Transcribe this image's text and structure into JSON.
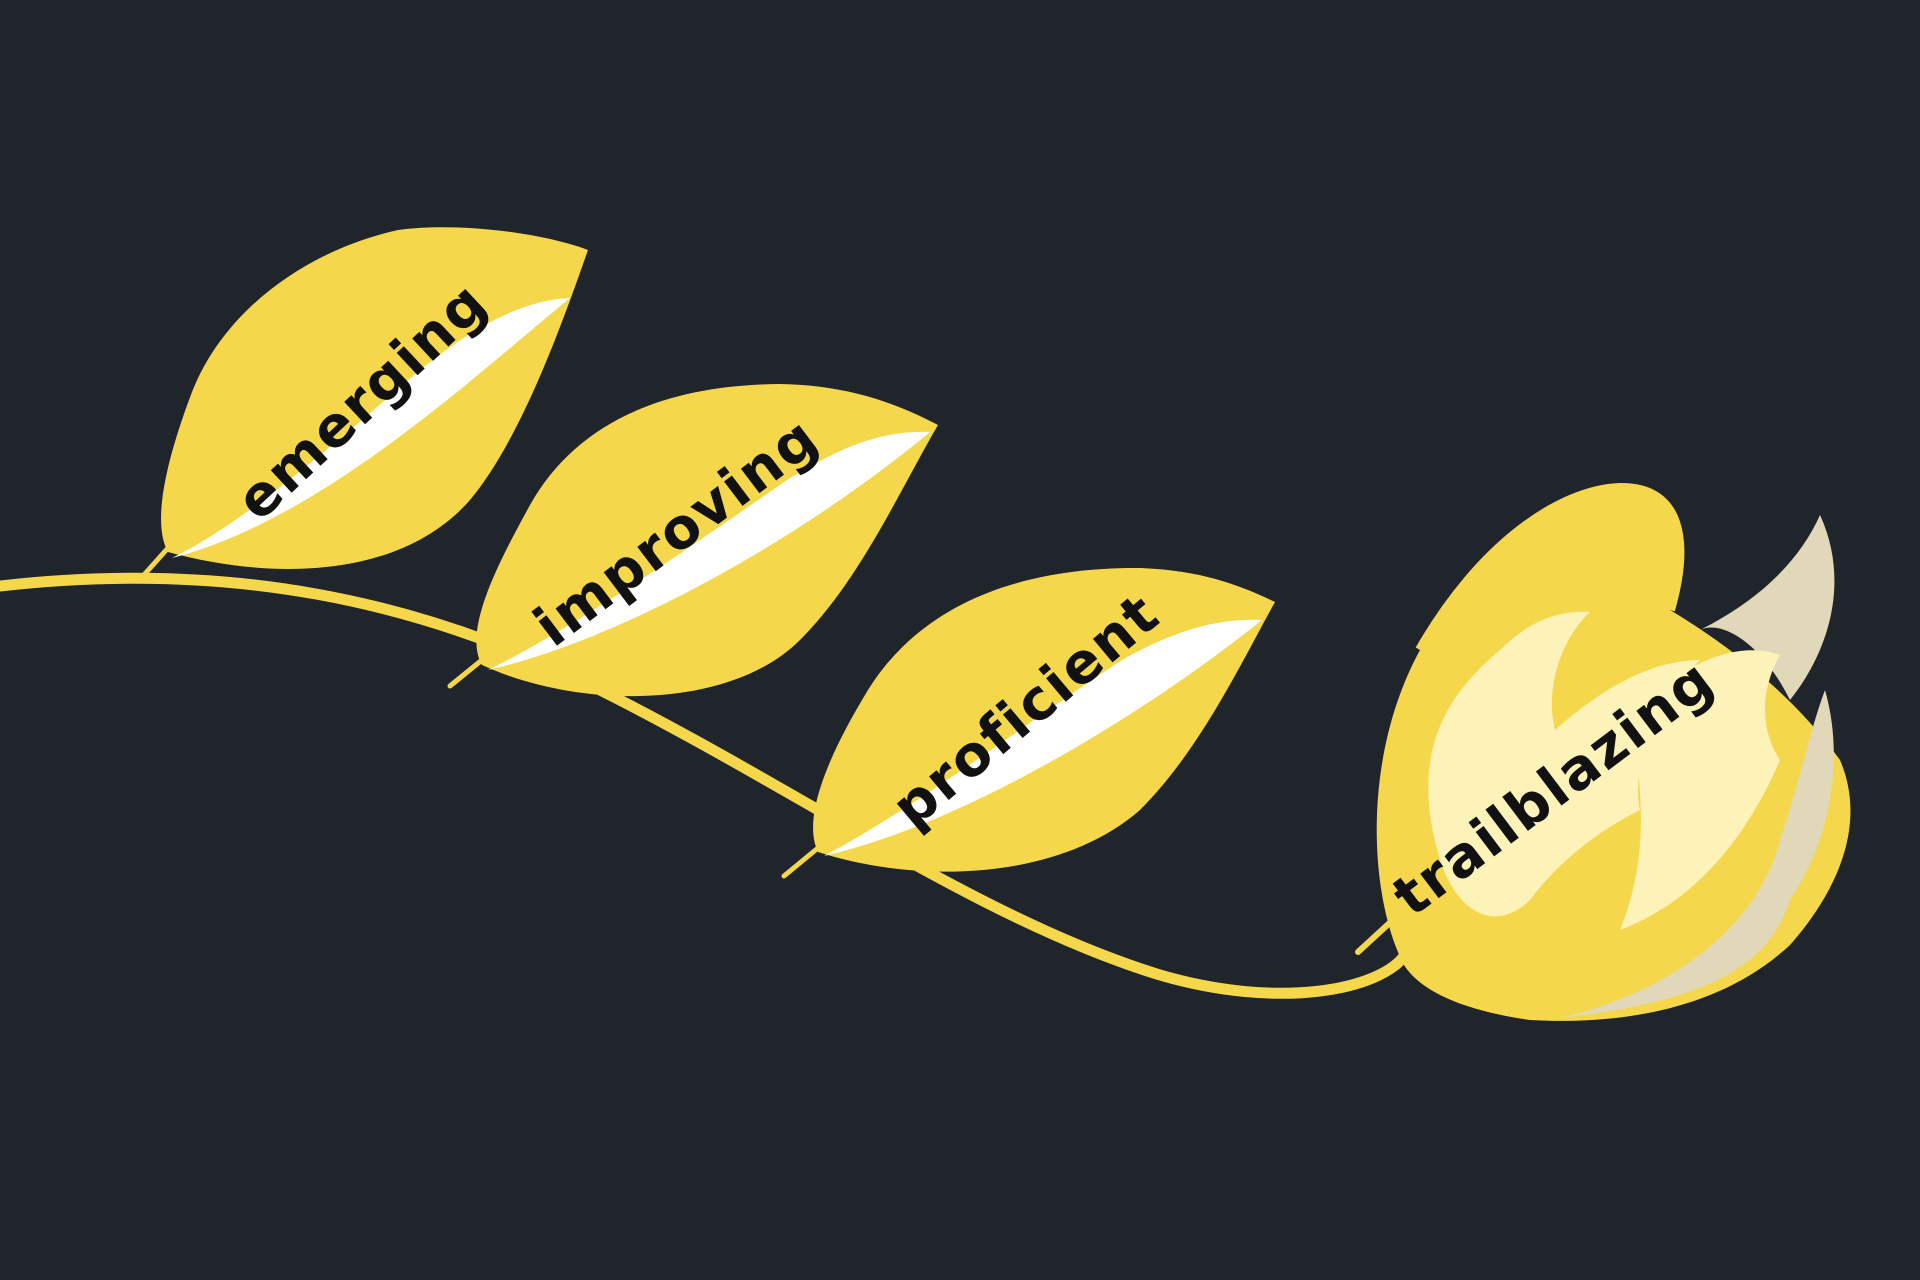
{
  "diagram": {
    "stages": [
      {
        "label": "emerging"
      },
      {
        "label": "improving"
      },
      {
        "label": "proficient"
      },
      {
        "label": "trailblazing"
      }
    ],
    "icons": [
      "leaf-icon",
      "leaf-icon",
      "leaf-icon",
      "flower-bud-icon"
    ]
  },
  "colors": {
    "background": "#20252b",
    "leaf": "#f5d74b",
    "leaf_highlight": "#ffffff",
    "bud_light": "#fdf2b8",
    "bud_shadow": "#e0d8b8",
    "text": "#111111"
  }
}
